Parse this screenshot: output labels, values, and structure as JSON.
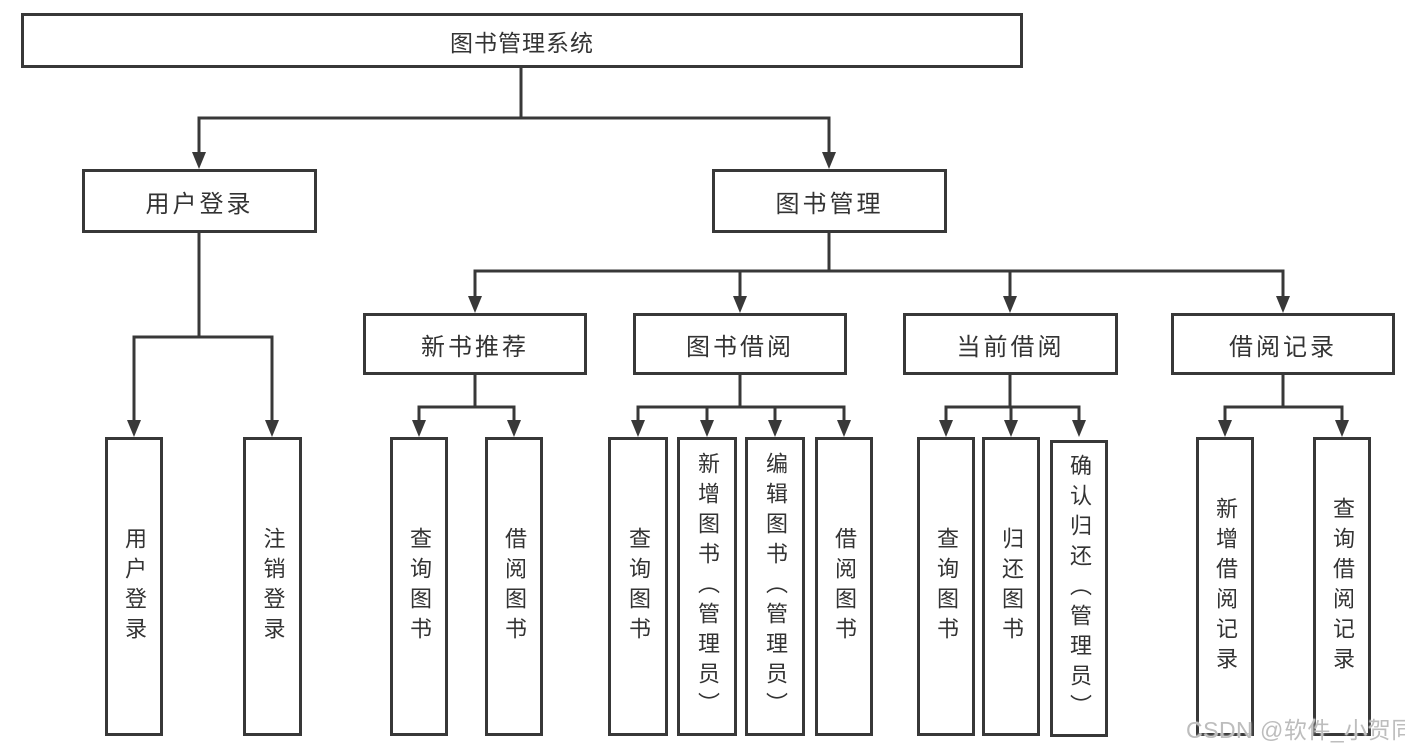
{
  "diagram": {
    "root": {
      "label": "图书管理系统"
    },
    "level2": [
      {
        "label": "用户登录"
      },
      {
        "label": "图书管理"
      }
    ],
    "level3": [
      {
        "label": "新书推荐"
      },
      {
        "label": "图书借阅"
      },
      {
        "label": "当前借阅"
      },
      {
        "label": "借阅记录"
      }
    ],
    "leaves": {
      "user_login": [
        {
          "label": "用户登录"
        },
        {
          "label": "注销登录"
        }
      ],
      "new_book_recommend": [
        {
          "label": "查询图书"
        },
        {
          "label": "借阅图书"
        }
      ],
      "book_borrow": [
        {
          "label": "查询图书"
        },
        {
          "label": "新增图书（管理员）"
        },
        {
          "label": "编辑图书（管理员）"
        },
        {
          "label": "借阅图书"
        }
      ],
      "current_borrow": [
        {
          "label": "查询图书"
        },
        {
          "label": "归还图书"
        },
        {
          "label": "确认归还（管理员）"
        }
      ],
      "borrow_record": [
        {
          "label": "新增借阅记录"
        },
        {
          "label": "查询借阅记录"
        }
      ]
    },
    "watermark": "CSDN @软件_小贺同学",
    "colors": {
      "line": "#383838",
      "text": "#333333",
      "watermark": "#bdbdbd",
      "background": "#ffffff"
    }
  }
}
